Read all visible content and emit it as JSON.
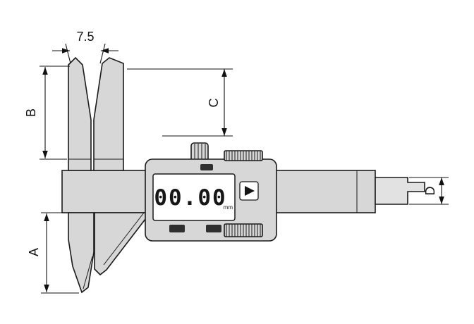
{
  "labels": {
    "jaw_tip_width": "7.5",
    "dim_a": "A",
    "dim_b": "B",
    "dim_c": "C",
    "dim_d": "D"
  },
  "lcd": {
    "value": "00.00",
    "unit": "mm"
  },
  "colors": {
    "metal": "#d7d7d7",
    "metal_light": "#e2e2e2",
    "outline": "#1a1a1a",
    "lcd_background": "#ffffff",
    "button_dark": "#2f2f2f"
  }
}
